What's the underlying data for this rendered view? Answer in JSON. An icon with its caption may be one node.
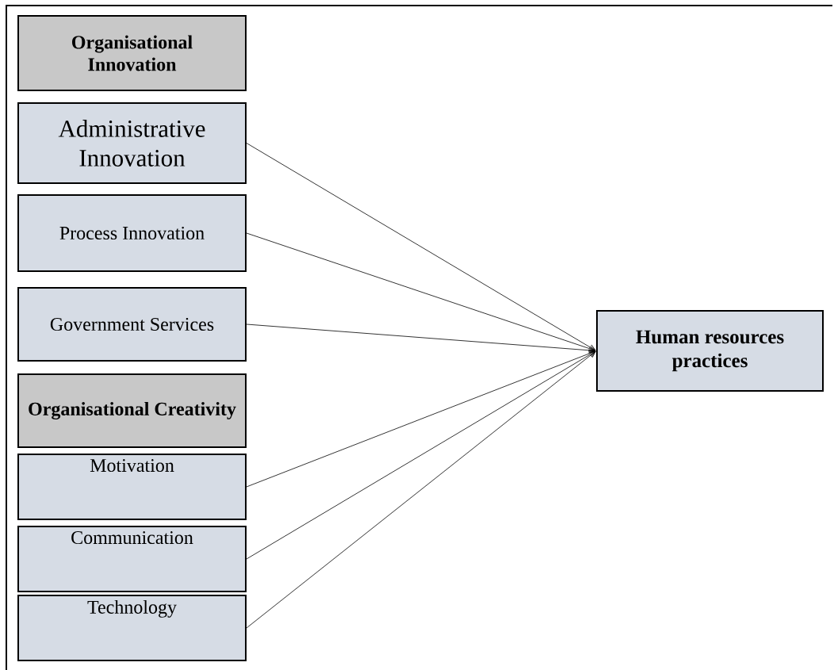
{
  "diagram": {
    "nodes": [
      {
        "text": [
          "Organisational Innovation"
        ]
      },
      {
        "text": [
          "Administrative Innovation"
        ]
      },
      {
        "text": [
          "Process Innovation"
        ]
      },
      {
        "text": [
          "Government Services"
        ]
      },
      {
        "text": [
          "Organisational Creativity"
        ]
      },
      {
        "text": [
          "Motivation"
        ]
      },
      {
        "text": [
          "Communication"
        ]
      },
      {
        "text": [
          "Technology"
        ]
      },
      {
        "text": [
          "Human resources practices"
        ]
      }
    ],
    "edges": [
      {
        "from": 1,
        "to": 8,
        "arrow": "to"
      },
      {
        "from": 2,
        "to": 8,
        "arrow": "to"
      },
      {
        "from": 3,
        "to": 8,
        "arrow": "to"
      },
      {
        "from": 5,
        "to": 8,
        "arrow": "to"
      },
      {
        "from": 6,
        "to": 8,
        "arrow": "to"
      },
      {
        "from": 7,
        "to": 8,
        "arrow": "to"
      }
    ]
  }
}
